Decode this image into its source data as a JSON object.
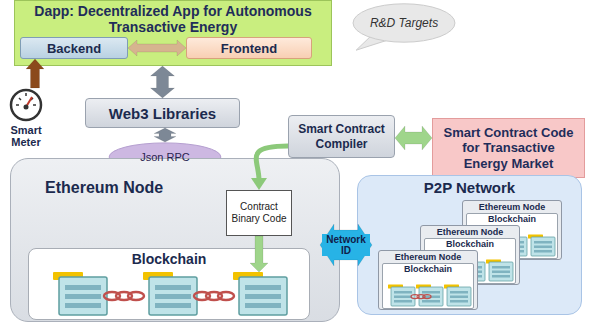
{
  "diagram": {
    "nodes": [
      {
        "text": [
          "Dapp: Decentralized App for Autonomous Transactive Energy"
        ]
      },
      {
        "text": [
          "Backend"
        ],
        "in": 0
      },
      {
        "text": [
          "Frontend"
        ],
        "in": 0
      },
      {
        "text": [
          "R&D Targets"
        ]
      },
      {
        "text": [
          "Smart Meter"
        ]
      },
      {
        "text": [
          "Web3 Libraries"
        ]
      },
      {
        "text": [
          "Smart Contract Compiler"
        ]
      },
      {
        "text": [
          "Smart Contract Code for Transactive Energy Market"
        ]
      },
      {
        "text": [
          "Json RPC"
        ]
      },
      {
        "text": [
          "Ethereum Node"
        ]
      },
      {
        "text": [
          "Contract Binary Code"
        ],
        "in": 9
      },
      {
        "text": [
          "Blockchain"
        ],
        "in": 9
      },
      {
        "text": [
          "P2P Network"
        ]
      },
      {
        "text": [
          "Ethereum Node"
        ],
        "in": 12
      },
      {
        "text": [
          "Blockchain"
        ],
        "in": 13
      },
      {
        "text": [
          "Ethereum Node"
        ],
        "in": 12
      },
      {
        "text": [
          "Blockchain"
        ],
        "in": 15
      },
      {
        "text": [
          "Ethereum Node"
        ],
        "in": 12
      },
      {
        "text": [
          "Blockchain"
        ],
        "in": 17
      }
    ],
    "edges": [
      {
        "from": 1,
        "to": 2,
        "arrow": "both"
      },
      {
        "from": 4,
        "to": 1,
        "arrow": "to"
      },
      {
        "from": 5,
        "to": 0,
        "arrow": "both"
      },
      {
        "from": 5,
        "to": 8,
        "arrow": "both"
      },
      {
        "from": 7,
        "to": 6,
        "arrow": "both"
      },
      {
        "from": 6,
        "to": 10,
        "arrow": "to"
      },
      {
        "from": 10,
        "to": 11,
        "arrow": "to"
      },
      {
        "from": 9,
        "to": 12,
        "label": "Network ID",
        "arrow": "both"
      }
    ]
  }
}
